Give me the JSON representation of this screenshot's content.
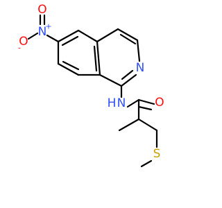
{
  "molecule": {
    "atoms": [
      {
        "id": "o_nitro_a",
        "label": "O",
        "charge": "-",
        "color": "#ff0d0d"
      },
      {
        "id": "n_nitro",
        "label": "N",
        "charge": "+",
        "color": "#3050f8"
      },
      {
        "id": "o_nitro_b",
        "label": "O",
        "charge": "",
        "color": "#ff0d0d"
      },
      {
        "id": "n_ring",
        "label": "N",
        "charge": "",
        "color": "#3050f8"
      },
      {
        "id": "n_amide",
        "label": "N",
        "charge": "",
        "color": "#3050f8"
      },
      {
        "id": "h_amide",
        "label": "H",
        "charge": "",
        "color": "#3050f8"
      },
      {
        "id": "o_carbonyl",
        "label": "O",
        "charge": "",
        "color": "#ff0d0d"
      },
      {
        "id": "s_thioether",
        "label": "S",
        "charge": "",
        "color": "#c8a000"
      }
    ],
    "bond_color": "#000000"
  }
}
